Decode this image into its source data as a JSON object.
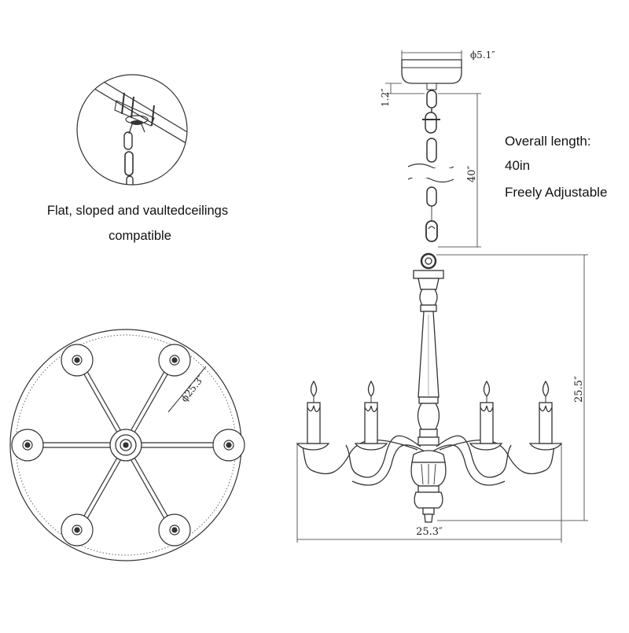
{
  "ceiling_note": {
    "line1": "Flat, sloped and vaultedceilings",
    "line2": "compatible"
  },
  "length_note": {
    "line1": "Overall length:",
    "line2": "40in",
    "line3": "Freely Adjustable"
  },
  "dimensions": {
    "canopy_diameter": "ϕ5.1″",
    "canopy_height": "1.2″",
    "chain_length": "40″",
    "top_view_diameter": "ϕ25.3″",
    "fixture_height": "25.5″",
    "fixture_width": "25.3″"
  },
  "colors": {
    "line": "#333333",
    "light_line": "#777777",
    "background": "#ffffff"
  }
}
